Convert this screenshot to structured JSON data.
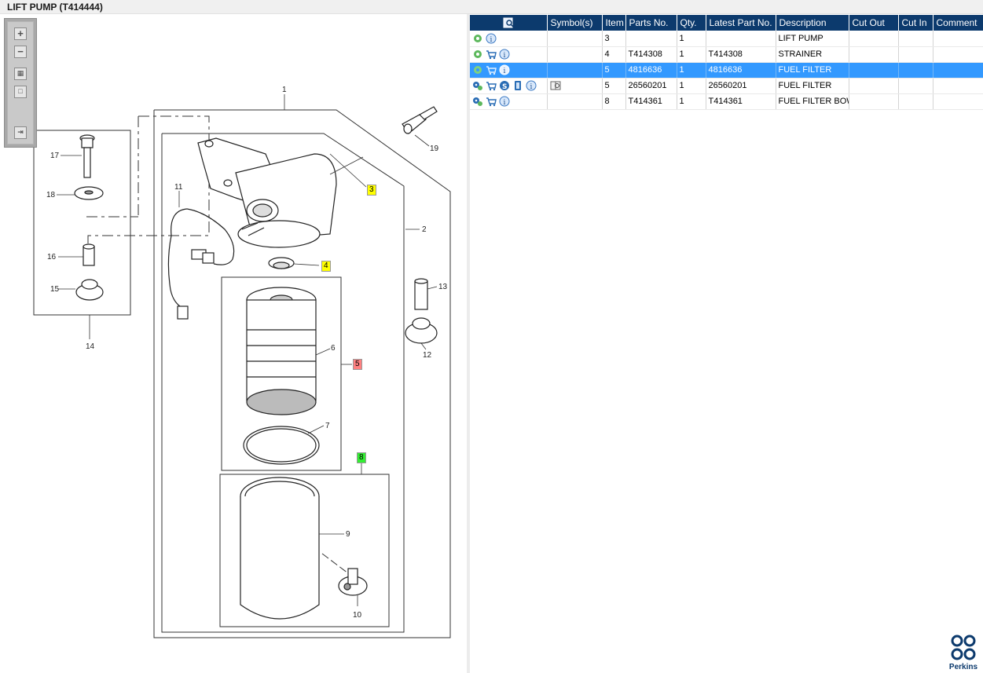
{
  "window": {
    "title": "LIFT PUMP (T414444)"
  },
  "viewer_toolbar": {
    "buttons": [
      "zoom-in",
      "zoom-out",
      "fit-all",
      "actual-size",
      "export"
    ]
  },
  "diagram": {
    "callouts": [
      "1",
      "2",
      "3",
      "4",
      "5",
      "6",
      "7",
      "8",
      "9",
      "10",
      "11",
      "12",
      "13",
      "14",
      "15",
      "16",
      "17",
      "18",
      "19"
    ],
    "highlighted": {
      "3": "#ffff00",
      "4": "#ffff00",
      "5": "#ff8080",
      "8": "#33ee33"
    }
  },
  "table": {
    "headers": [
      "",
      "Symbol(s)",
      "Item",
      "Parts No.",
      "Qty.",
      "Latest Part No.",
      "Description",
      "Cut Out",
      "Cut In",
      "Comment"
    ],
    "rows": [
      {
        "icons": [
          "gear-icon",
          "info-icon"
        ],
        "symbol": "",
        "item": "3",
        "parts_no": "",
        "qty": "1",
        "latest": "",
        "desc": "LIFT PUMP",
        "selected": false
      },
      {
        "icons": [
          "gear-icon",
          "cart-icon",
          "info-icon"
        ],
        "symbol": "",
        "item": "4",
        "parts_no": "T414308",
        "qty": "1",
        "latest": "T414308",
        "desc": "STRAINER",
        "selected": false
      },
      {
        "icons": [
          "gear-icon",
          "cart-icon",
          "info-icon"
        ],
        "symbol": "",
        "item": "5",
        "parts_no": "4816636",
        "qty": "1",
        "latest": "4816636",
        "desc": "FUEL FILTER",
        "selected": true
      },
      {
        "icons": [
          "gears-icon",
          "cart-icon",
          "s-icon",
          "doc-icon",
          "info-icon"
        ],
        "symbol": "book-icon",
        "item": "5",
        "parts_no": "26560201",
        "qty": "1",
        "latest": "26560201",
        "desc": "FUEL FILTER",
        "selected": false
      },
      {
        "icons": [
          "gears-icon",
          "cart-icon",
          "info-icon"
        ],
        "symbol": "",
        "item": "8",
        "parts_no": "T414361",
        "qty": "1",
        "latest": "T414361",
        "desc": "FUEL FILTER BOW",
        "selected": false
      }
    ]
  },
  "brand": {
    "name": "Perkins"
  }
}
